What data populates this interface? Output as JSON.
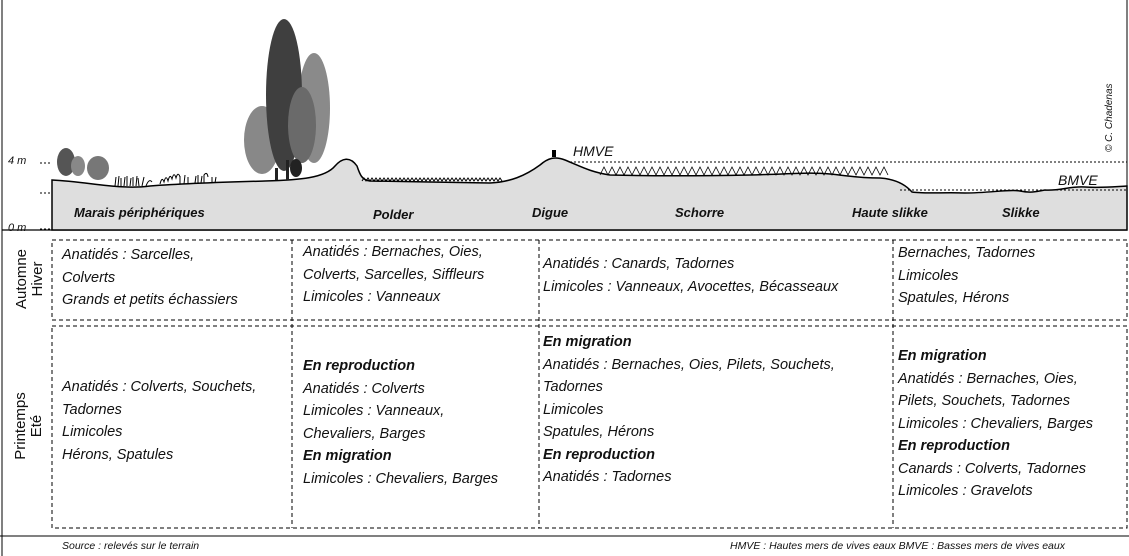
{
  "credit": "© C. Chadenas",
  "axis": {
    "top": "4 m",
    "bottom": "0 m"
  },
  "tide_labels": {
    "high": "HMVE",
    "low": "BMVE"
  },
  "zones": [
    "Marais périphériques",
    "Polder",
    "Digue",
    "Schorre",
    "Haute slikke",
    "Slikke"
  ],
  "seasons": {
    "autumn": {
      "line1": "Automne",
      "line2": "Hiver"
    },
    "spring": {
      "line1": "Printemps",
      "line2": "Eté"
    }
  },
  "autumn_cells": [
    {
      "lines": [
        {
          "t": "Anatidés : Sarcelles,"
        },
        {
          "t": "Colverts"
        },
        {
          "t": "Grands et petits échassiers"
        }
      ]
    },
    {
      "lines": [
        {
          "t": "Anatidés  :  Bernaches,  Oies,"
        },
        {
          "t": "Colverts, Sarcelles, Siffleurs"
        },
        {
          "t": "Limicoles : Vanneaux"
        }
      ]
    },
    {
      "lines": [
        {
          "t": "Anatidés : Canards, Tadornes"
        },
        {
          "t": "Limicoles : Vanneaux, Avocettes, Bécasseaux"
        }
      ]
    },
    {
      "lines": [
        {
          "t": "Bernaches, Tadornes"
        },
        {
          "t": "Limicoles"
        },
        {
          "t": "Spatules, Hérons"
        }
      ]
    }
  ],
  "spring_cells": [
    {
      "lines": [
        {
          "t": "Anatidés : Colverts, Souchets,"
        },
        {
          "t": "Tadornes"
        },
        {
          "t": "Limicoles"
        },
        {
          "t": "Hérons, Spatules"
        }
      ]
    },
    {
      "lines": [
        {
          "t": "En reproduction",
          "b": true
        },
        {
          "t": "Anatidés : Colverts"
        },
        {
          "t": "Limicoles : Vanneaux,"
        },
        {
          "t": "Chevaliers, Barges"
        },
        {
          "t": "En migration",
          "b": true
        },
        {
          "t": "Limicoles : Chevaliers, Barges"
        }
      ]
    },
    {
      "lines": [
        {
          "t": "En migration",
          "b": true
        },
        {
          "t": "Anatidés : Bernaches, Oies, Pilets, Souchets,"
        },
        {
          "t": "Tadornes"
        },
        {
          "t": "Limicoles"
        },
        {
          "t": "Spatules, Hérons"
        },
        {
          "t": "En reproduction",
          "b": true
        },
        {
          "t": "Anatidés : Tadornes"
        }
      ]
    },
    {
      "lines": [
        {
          "t": "En migration",
          "b": true
        },
        {
          "t": "Anatidés : Bernaches, Oies,"
        },
        {
          "t": "Pilets, Souchets, Tadornes"
        },
        {
          "t": "Limicoles : Chevaliers, Barges"
        },
        {
          "t": "En reproduction",
          "b": true
        },
        {
          "t": "Canards : Colverts, Tadornes"
        },
        {
          "t": "Limicoles : Gravelots"
        }
      ]
    }
  ],
  "footer": {
    "source": "Source : relevés sur le terrain",
    "legend": "HMVE : Hautes mers de vives eaux  BMVE : Basses mers de vives eaux"
  }
}
